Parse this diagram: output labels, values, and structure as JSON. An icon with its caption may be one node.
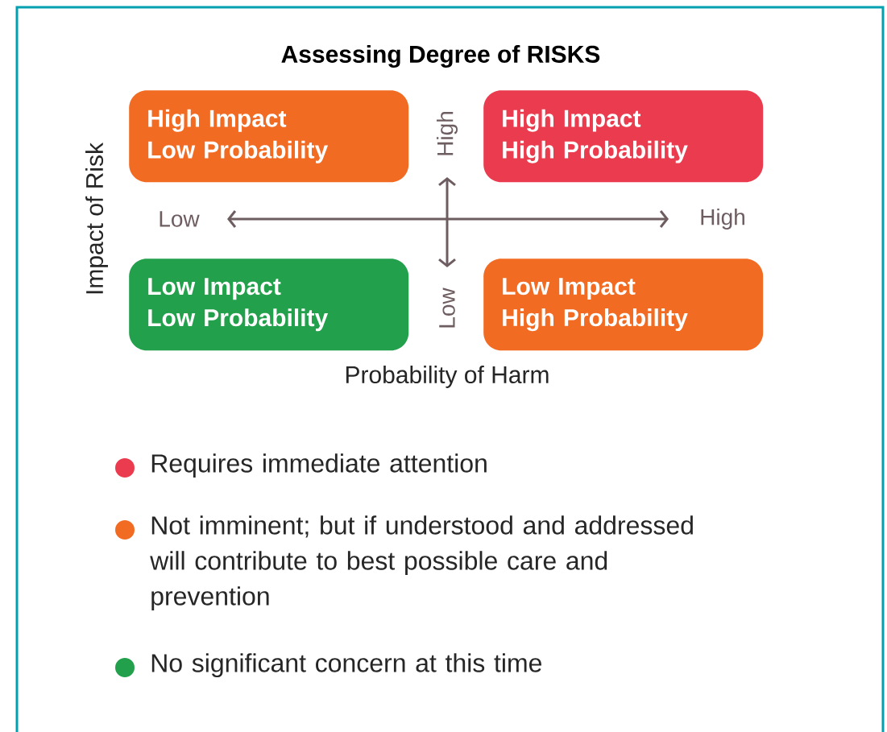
{
  "diagram": {
    "title": "Assessing Degree of RISKS",
    "nodes": [
      {
        "text": [
          "High Impact",
          "Low Probability"
        ]
      },
      {
        "text": [
          "High Impact",
          "High Probability"
        ]
      },
      {
        "text": [
          "Low Impact",
          "Low Probability"
        ]
      },
      {
        "text": [
          "Low Impact",
          "High Probability"
        ]
      }
    ],
    "labels": [
      "Impact of Risk",
      "High",
      "Low",
      "High",
      "Low",
      "Probability of Harm"
    ],
    "legend": [
      {
        "text": "Requires immediate attention",
        "color": "#ea3c4e"
      },
      {
        "text": "Not imminent; but if understood and addressed will contribute to best possible care and prevention",
        "color": "#f26b22"
      },
      {
        "text": "No significant concern at this time",
        "color": "#22a04b"
      }
    ]
  }
}
